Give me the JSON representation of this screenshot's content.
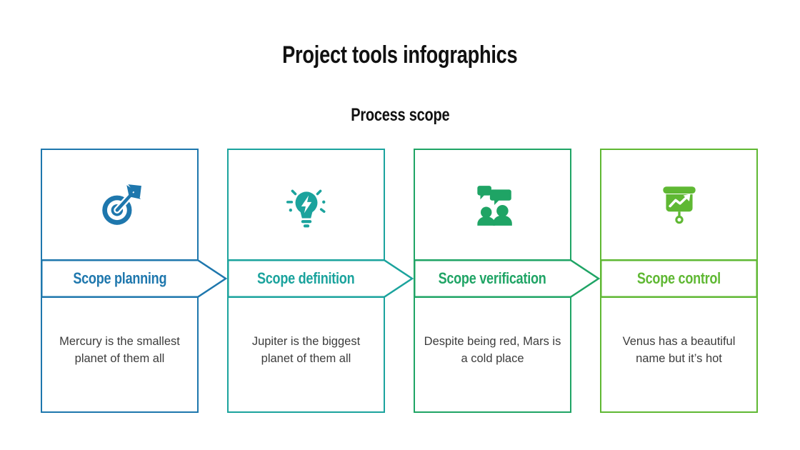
{
  "title": "Project tools infographics",
  "subtitle": "Process scope",
  "cards": [
    {
      "label": "Scope planning",
      "description": "Mercury is the smallest planet of them all",
      "icon": "target-dart-icon",
      "color": "#1e77ad",
      "has_arrow": true
    },
    {
      "label": "Scope definition",
      "description": "Jupiter is the biggest planet of them all",
      "icon": "lightbulb-idea-icon",
      "color": "#1ba39d",
      "has_arrow": true
    },
    {
      "label": "Scope verification",
      "description": "Despite being red, Mars is a cold place",
      "icon": "conversation-icon",
      "color": "#1fa465",
      "has_arrow": true
    },
    {
      "label": "Scope control",
      "description": "Venus has a beautiful name but it’s hot",
      "icon": "presentation-chart-icon",
      "color": "#5fb833",
      "has_arrow": false
    }
  ]
}
